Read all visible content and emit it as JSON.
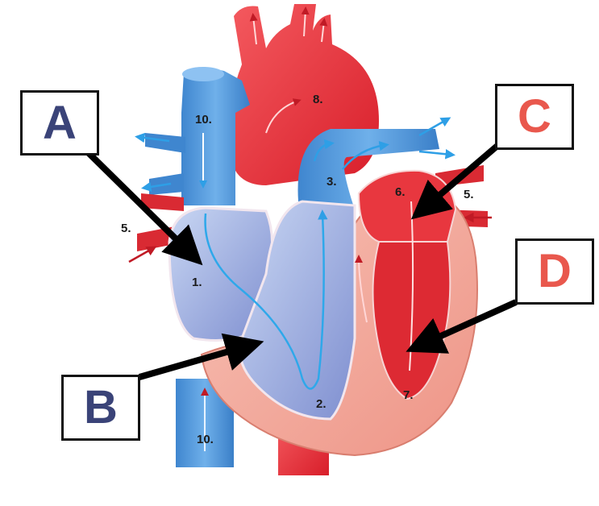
{
  "labels": {
    "a": "A",
    "b": "B",
    "c": "C",
    "d": "D"
  },
  "numbers": {
    "right_atrium": "1.",
    "right_ventricle": "2.",
    "pulmonary_artery": "3.",
    "pulmonary_veins_left": "5.",
    "pulmonary_veins_right": "5.",
    "left_atrium": "6.",
    "left_ventricle": "7.",
    "aorta": "8.",
    "superior_vena_cava": "10.",
    "inferior_vena_cava": "10."
  },
  "colors": {
    "label_navy": "#3a4378",
    "label_coral": "#e9584d",
    "oxygenated_red": "#e8313a",
    "deoxygenated_blue": "#4a93d8",
    "muscle_pink": "#f2a89c",
    "arrow_black": "#000000"
  }
}
